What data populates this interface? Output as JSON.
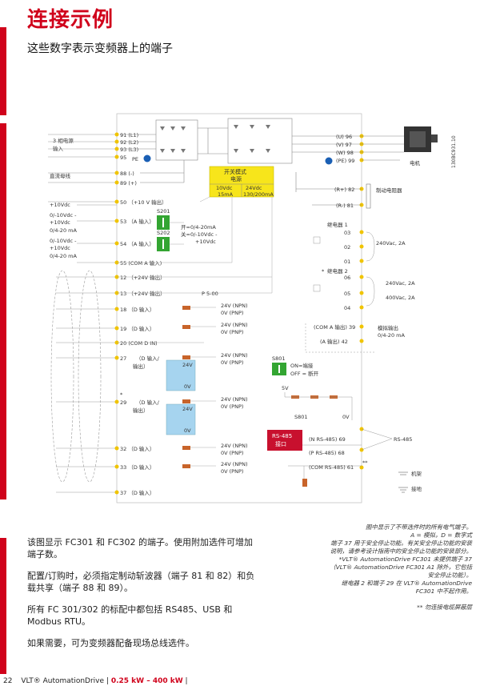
{
  "page": {
    "title": "连接示例",
    "subtitle": "这些数字表示变频器上的端子",
    "page_number": "22",
    "product": "VLT® AutomationDrive",
    "power_range": "0.25 kW – 400 kW"
  },
  "diagram": {
    "code": "130BC931.10",
    "left_labels": {
      "mains_in": [
        "3 相电源",
        "输入"
      ],
      "dc_bus": "直流母线",
      "v10": "+10Vdc",
      "ain53": [
        "0/-10Vdc -",
        "+10Vdc",
        "0/4-20 mA"
      ],
      "ain54": [
        "0/-10Vdc -",
        "+10Vdc",
        "0/4-20 mA"
      ]
    },
    "terminals_left": [
      "91 (L1)",
      "92 (L2)",
      "93 (L3)",
      "95",
      "PE",
      "88 (-)",
      "89 (+)",
      "50 （+10 V 输出）",
      "53 （A 输入）",
      "54 （A 输入）",
      "55 (COM A 输入)",
      "12 （+24V 输出）",
      "13 （+24V 输出）",
      "18 （D 输入）",
      "19 （D 输入）",
      "20 (COM D IN)",
      "27",
      "（D 输入/",
      "输出）",
      "29",
      "（D 输入/",
      "输出）",
      "32 （D 输入）",
      "33 （D 输入）",
      "37 （D 输入）"
    ],
    "psu": {
      "title": [
        "开关模式",
        "电源"
      ],
      "v10": [
        "10Vdc",
        "15mA"
      ],
      "v24": [
        "24Vdc",
        "130/200mA"
      ]
    },
    "switches": {
      "s201": "S201",
      "s202": "S202",
      "on_text": "开=0/4-20mA",
      "off_text": "关=0/-10Vdc -",
      "off_text2": "+10Vdc",
      "p500": "P 5-00",
      "npn": "24V (NPN)",
      "pnp": "0V (PNP)",
      "v24": "24V",
      "v0": "0V",
      "star": "*"
    },
    "right": {
      "u": "(U) 96",
      "v": "(V) 97",
      "w": "(W) 98",
      "pe": "(PE) 99",
      "motor": "电机",
      "r82": "(R+) 82",
      "r81": "(R-) 81",
      "brake": "制动电阻器",
      "relay1": "继电器 1",
      "relay2": "继电器 2",
      "r03": "03",
      "r02": "02",
      "r01": "01",
      "r06": "06",
      "r05": "05",
      "r04": "04",
      "v240a": "240Vac, 2A",
      "v240b": "240Vac, 2A",
      "v400": "400Vac, 2A",
      "com_a_out": "(COM A 输出) 39",
      "a_out": "(A 输出) 42",
      "analog_out": [
        "模拟输出",
        "0/4-20 mA"
      ],
      "s801": "S801",
      "s801_on": "ON=端接",
      "s801_off": "OFF = 断开",
      "v5": "5V",
      "s801b": "S801",
      "zero_v": "0V",
      "rs485_box": [
        "RS-485",
        "接口"
      ],
      "n69": "(N RS-485) 69",
      "p68": "(P RS-485) 68",
      "com61": "(COM RS-485) 61",
      "rs485": "RS-485",
      "chassis": "机架",
      "earth": "接地",
      "dstar": "**",
      "star": "*"
    }
  },
  "body": [
    "该图显示 FC301 和 FC302 的端子。使用附加选件可增加端子数。",
    "配置/订购时，必须指定制动斩波器（端子 81 和 82）和负载共享（端子 88 和 89）。",
    "所有 FC 301/302 的标配中都包括 RS485、USB 和 Modbus RTU。",
    "如果需要，可为变频器配备现场总线选件。"
  ],
  "notes": [
    "图中显示了不带选件时的所有电气端子。",
    "A = 模拟，D = 数字式",
    "端子 37 用于安全停止功能。有关安全停止功能的安装说明，请参考设计指南中的安全停止功能的安装部分。",
    "*VLT® AutomationDrive FC301 未提供端子 37（VLT® AutomationDrive FC301 A1 除外，它包括安全停止功能）。",
    "继电器 2 和端子 29 在 VLT® AutomationDrive FC301 中不起作用。",
    "** 勿连接电缆屏蔽层"
  ],
  "colors": {
    "brand_red": "#d0021b",
    "psu_yellow": "#f7e51b",
    "blue_box": "#a6d4ef",
    "green_switch": "#33a532",
    "relay_orange": "#c8642a",
    "terminal_yellow": "#f0c400",
    "pe_blue": "#1a5fb4"
  }
}
